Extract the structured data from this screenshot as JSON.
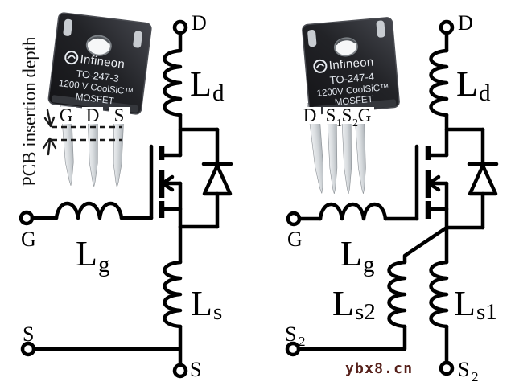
{
  "left": {
    "annotation": "PCB insertion depth",
    "package": {
      "brand": "Infineon",
      "model": "TO-247-3",
      "rating": "1200 V CoolSiC™",
      "device": "MOSFET",
      "pin_labels": [
        "G",
        "D",
        "S"
      ]
    },
    "circuit": {
      "drain_terminal": "D",
      "ld": {
        "main": "L",
        "sub": "d"
      },
      "gate_terminal": "G",
      "lg": {
        "main": "L",
        "sub": "g"
      },
      "ls": {
        "main": "L",
        "sub": "s"
      },
      "source_terminal_left": "S",
      "source_terminal_bottom": "S"
    }
  },
  "right": {
    "package": {
      "brand": "Infineon",
      "model": "TO-247-4",
      "rating": "1200V CoolSiC™",
      "device": "MOSFET",
      "pin_labels": [
        {
          "main": "D",
          "sub": ""
        },
        {
          "main": "S",
          "sub": "1"
        },
        {
          "main": "S",
          "sub": "2"
        },
        {
          "main": "G",
          "sub": ""
        }
      ]
    },
    "circuit": {
      "drain_terminal": "D",
      "ld": {
        "main": "L",
        "sub": "d"
      },
      "gate_terminal": "G",
      "lg": {
        "main": "L",
        "sub": "g"
      },
      "ls2": {
        "main": "L",
        "sub": "s2"
      },
      "ls1": {
        "main": "L",
        "sub": "s1"
      },
      "source2_terminal_left": {
        "main": "S",
        "sub": "2"
      },
      "source2_terminal_bottom": {
        "main": "S",
        "sub": "2"
      }
    }
  },
  "watermark": {
    "text": "ybx8.cn"
  },
  "colors": {
    "ink": "#000000",
    "background": "#ffffff",
    "watermark": "#56201a",
    "package_body": "#1d1d21",
    "pin_metal": "#c9cdd2",
    "package_text": "#e8ecf1"
  }
}
